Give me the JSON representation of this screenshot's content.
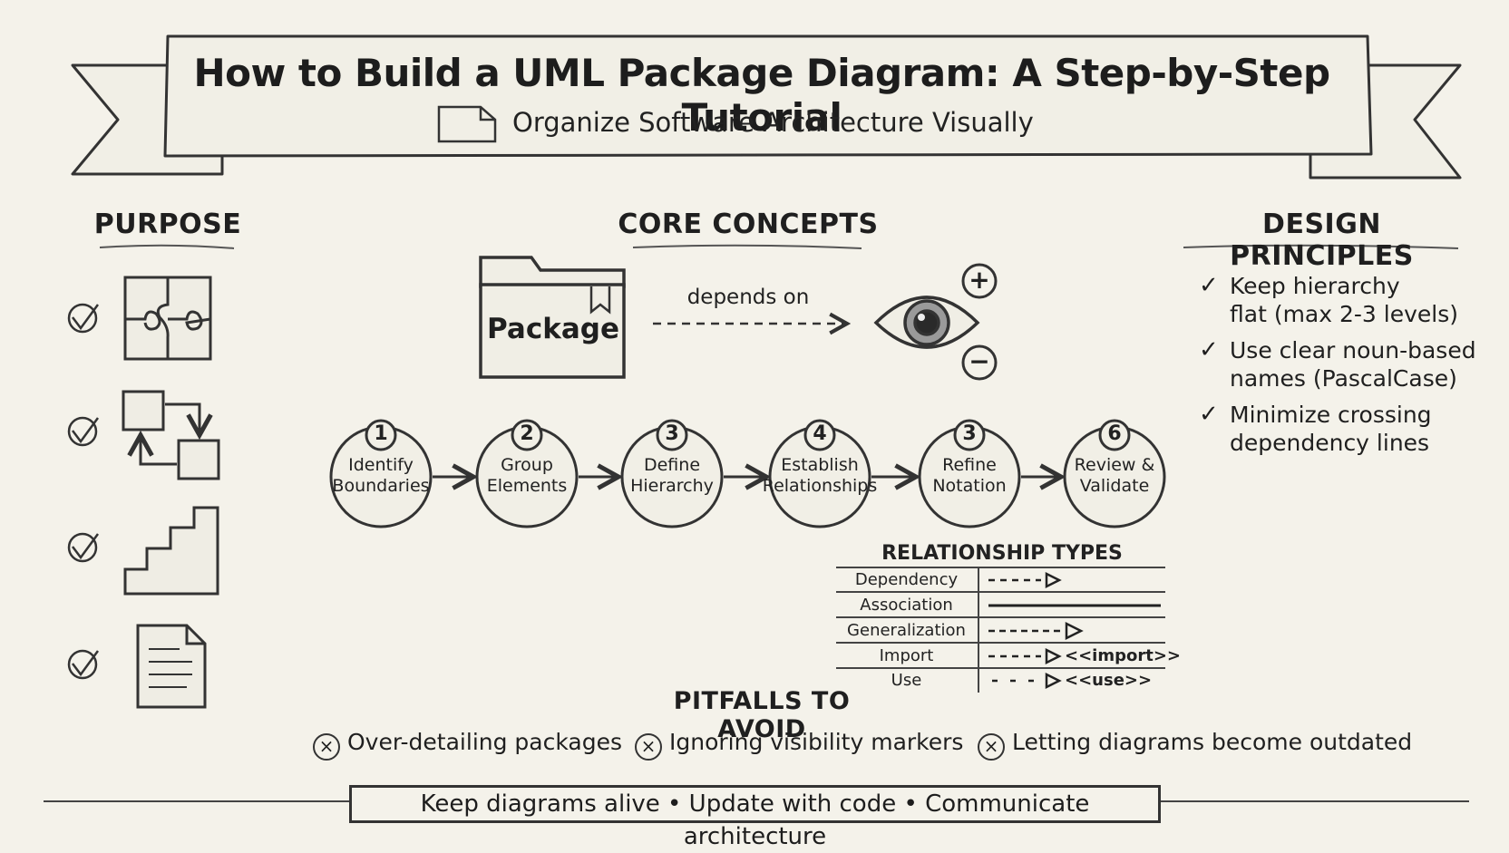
{
  "header": {
    "title": "How to Build a UML Package Diagram: A Step-by-Step Tutorial",
    "subtitle": "Organize Software Architecture Visually",
    "subtitle_icon": "package-outline-icon"
  },
  "purpose": {
    "heading": "PURPOSE",
    "items": [
      {
        "icon": "puzzle-icon"
      },
      {
        "icon": "linked-boxes-icon"
      },
      {
        "icon": "stairs-icon"
      },
      {
        "icon": "document-icon"
      }
    ]
  },
  "core": {
    "heading": "CORE CONCEPTS",
    "package_label": "Package",
    "dependency_label": "depends on",
    "visibility_icon": "eye-icon",
    "plus_symbol": "+",
    "minus_symbol": "−"
  },
  "steps": [
    {
      "num": "1",
      "line1": "Identify",
      "line2": "Boundaries"
    },
    {
      "num": "2",
      "line1": "Group",
      "line2": "Elements"
    },
    {
      "num": "3",
      "line1": "Define",
      "line2": "Hierarchy"
    },
    {
      "num": "4",
      "line1": "Establish",
      "line2": "Relationships"
    },
    {
      "num": "3",
      "line1": "Refine",
      "line2": "Notation"
    },
    {
      "num": "6",
      "line1": "Review &",
      "line2": "Validate"
    }
  ],
  "principles": {
    "heading": "DESIGN PRINCIPLES",
    "check": "✓",
    "items": [
      {
        "line1": "Keep hierarchy",
        "line2": "flat (max 2-3 levels)"
      },
      {
        "line1": "Use clear noun-based",
        "line2": "names (PascalCase)"
      },
      {
        "line1": "Minimize crossing",
        "line2": "dependency lines"
      }
    ]
  },
  "relationships": {
    "title": "RELATIONSHIP TYPES",
    "rows": [
      {
        "name": "Dependency",
        "note": ""
      },
      {
        "name": "Association",
        "note": ""
      },
      {
        "name": "Generalization",
        "note": ""
      },
      {
        "name": "Import",
        "note": "<<import>>"
      },
      {
        "name": "Use",
        "note": "<<use>>"
      }
    ]
  },
  "pitfalls": {
    "heading": "PITFALLS TO AVOID",
    "x_symbol": "×",
    "items": [
      "Over-detailing packages",
      "Ignoring visibility markers",
      "Letting diagrams become outdated"
    ]
  },
  "footer": {
    "text": "Keep diagrams alive • Update with code • Communicate architecture"
  }
}
